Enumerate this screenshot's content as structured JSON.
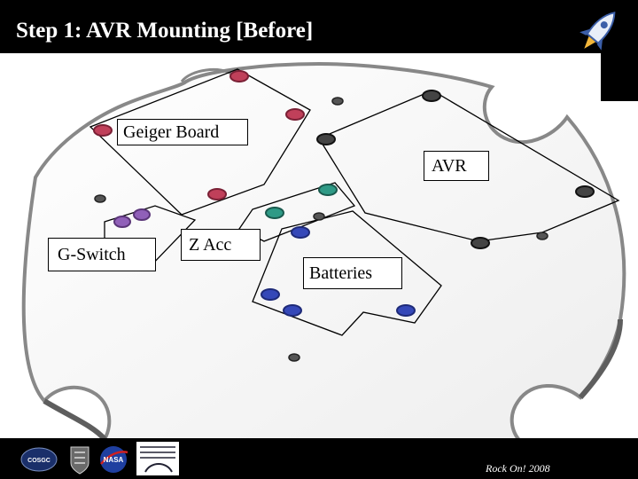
{
  "slide": {
    "title": "Step 1: AVR Mounting [Before]",
    "footer_text": "Rock On! 2008"
  },
  "labels": {
    "geiger_board": "Geiger Board",
    "avr": "AVR",
    "g_switch": "G-Switch",
    "z_acc": "Z Acc",
    "batteries": "Batteries"
  },
  "logos": {
    "cosgc": "COSGC",
    "nasa": "NASA"
  },
  "colors": {
    "title_bar": "#000000",
    "footer": "#000000",
    "title_text": "#ffffff",
    "plate": "#f4f4f4",
    "plate_edge": "#777777",
    "standoff_red": "#c0405a",
    "standoff_purple": "#9060b8",
    "standoff_teal": "#2f9a86",
    "standoff_blue": "#3548b8",
    "standoff_black": "#333333"
  },
  "icons": {
    "rocket": "rocket-icon"
  }
}
